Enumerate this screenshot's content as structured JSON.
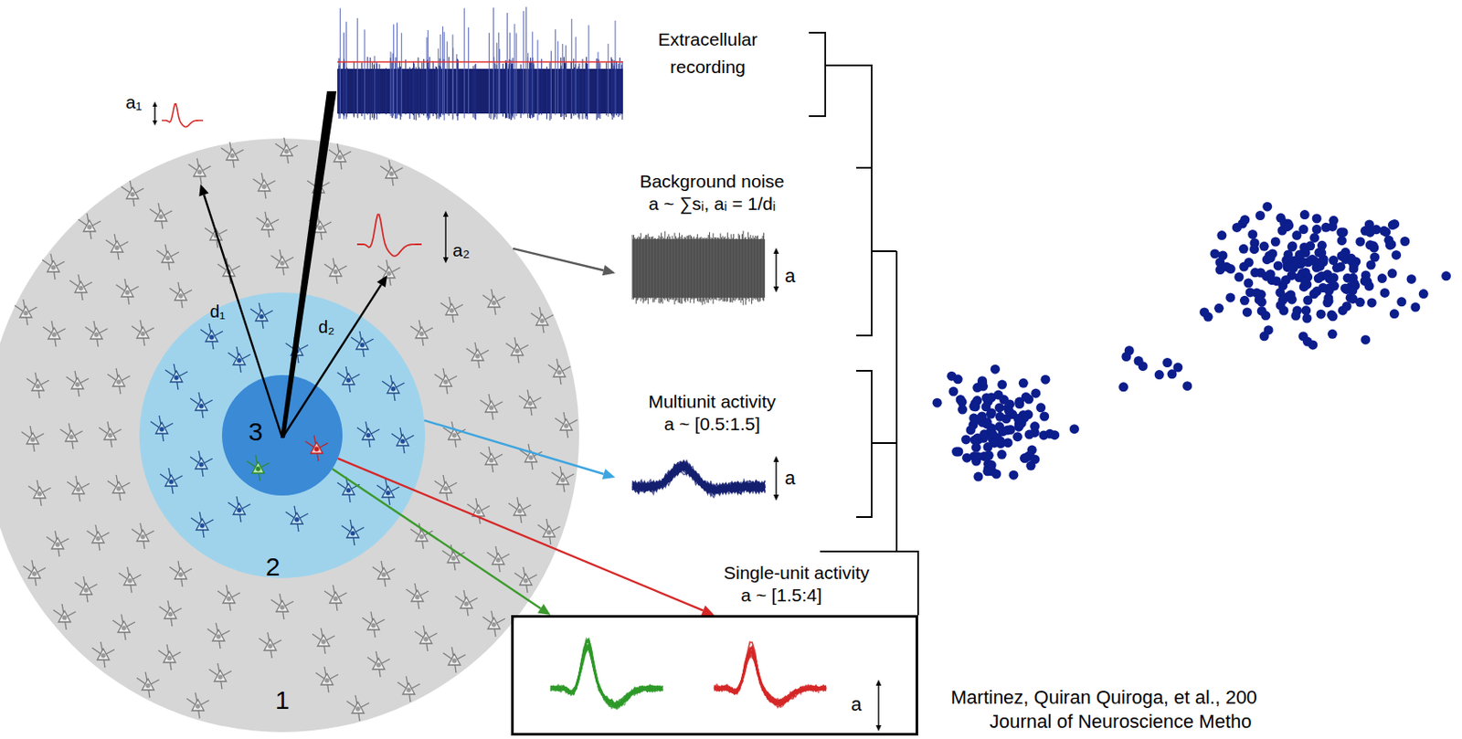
{
  "diagram": {
    "nodes": [
      {
        "text": [
          "1"
        ]
      },
      {
        "text": [
          "2"
        ],
        "in": 0
      },
      {
        "text": [
          "3"
        ],
        "in": 1
      },
      {
        "text": [
          "Background noise",
          "a ~ ∑sᵢ, aᵢ = 1/dᵢ",
          "a"
        ]
      },
      {
        "text": [
          "Multiunit activity",
          "a ~ [0.5:1.5]",
          "a"
        ]
      },
      {
        "text": [
          "Single-unit activity",
          "a ~ [1.5:4]",
          "a"
        ]
      }
    ],
    "edges": [
      {
        "from": 0,
        "to": 3,
        "arrow": "to"
      },
      {
        "from": 1,
        "to": 4,
        "arrow": "to"
      },
      {
        "from": 2,
        "to": 5,
        "arrow": "to"
      },
      {
        "from": 2,
        "to": 5,
        "arrow": "to"
      }
    ],
    "labels": [
      "Extracellular recording",
      "a₁",
      "a₂",
      "d₁",
      "d₂",
      "Martinez, Quiran Quiroga, et al., 200",
      "Journal of Neuroscience Metho"
    ]
  }
}
